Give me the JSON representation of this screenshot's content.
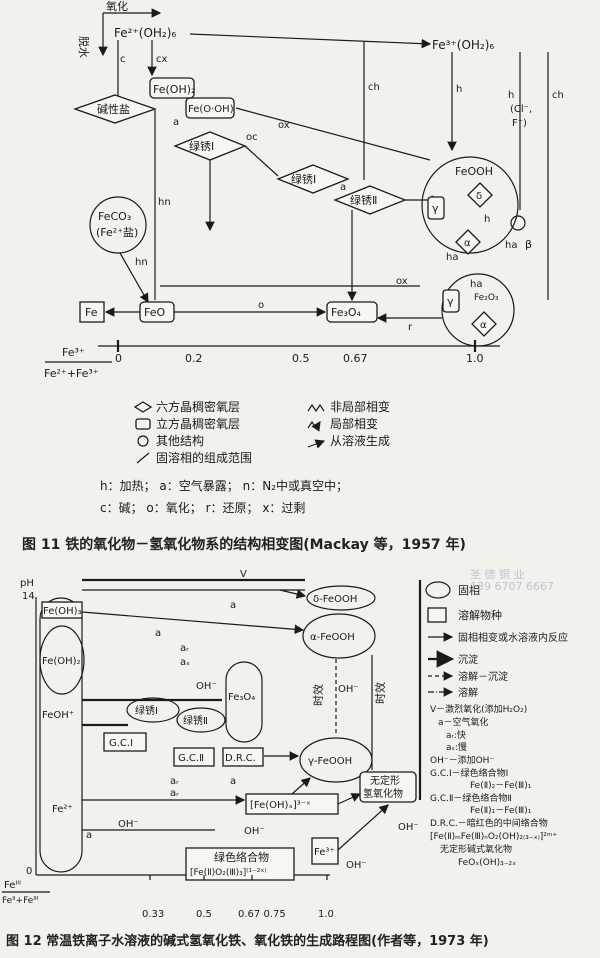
{
  "fig11": {
    "axis_top": {
      "oxidation": "氧化",
      "dehydration": "脱水"
    },
    "species": {
      "fe2_aq": "Fe²⁺(OH₂)₆",
      "fe3_aq": "Fe³⁺(OH₂)₆",
      "fe_oh2": "Fe(OH)₂",
      "fe_o_oh": "Fe(O·OH)",
      "basic_salt": "碱性盐",
      "green_rust_1a": "绿锈Ⅰ",
      "green_rust_1b": "绿锈Ⅰ",
      "green_rust_2": "绿锈Ⅱ",
      "feco3_line1": "FeCO₃",
      "feco3_line2": "(Fe²⁺盐)",
      "fe": "Fe",
      "feo": "FeO",
      "fe3o4": "Fe₃O₄",
      "feooh": "FeOOH",
      "delta": "δ",
      "gamma": "γ",
      "alpha": "α",
      "beta": "β",
      "gamma2": "γ",
      "alpha2": "α",
      "fe2o3": "Fe₂O₃",
      "cl_f": "(Cl⁻,",
      "f": "F⁻)"
    },
    "path_labels": {
      "c": "c",
      "cx": "cx",
      "a": "a",
      "ox": "ox",
      "oc": "oc",
      "h": "h",
      "hn": "hn",
      "ch": "ch",
      "ha": "ha",
      "o": "o",
      "r": "r"
    },
    "axis_bottom": {
      "ratio_num": "Fe³⁺",
      "ratio_den": "Fe²⁺+Fe³⁺",
      "ticks": [
        "0",
        "0.2",
        "0.5",
        "0.67",
        "1.0"
      ]
    },
    "legend": [
      {
        "symbol": "diamond",
        "label": "六方晶稠密氧层"
      },
      {
        "symbol": "rounded-rect",
        "label": "立方晶稠密氧层"
      },
      {
        "symbol": "circle",
        "label": "其他结构"
      },
      {
        "symbol": "range",
        "label": "固溶相的组成范围"
      },
      {
        "symbol": "zigzag",
        "label": "非局部相变"
      },
      {
        "symbol": "zigzag-arrow",
        "label": "局部相变"
      },
      {
        "symbol": "bar-arrow",
        "label": "从溶液生成"
      }
    ],
    "abbr_line1": "h：加热；  a：空气暴露；  n：N₂中或真空中；",
    "abbr_line2": "c：碱；    o：氧化；  r：还原；  x：过剩",
    "caption": "图 11   铁的氧化物－氢氧化物系的结构相变图(Mackay 等，1957 年)"
  },
  "watermark": {
    "line1": "圣 德 铜 业",
    "line2": "139 6707 6667"
  },
  "fig12": {
    "ph_label": "pH",
    "ph_14": "14",
    "ph_0": "0",
    "species": {
      "fe_oh3": "Fe(OH)₃",
      "fe_oh2": "Fe(OH)₂",
      "feoh_plus": "FeOH⁺",
      "fe2_plus": "Fe²⁺",
      "delta_feooh": "δ-FeOOH",
      "alpha_feooh": "α-FeOOH",
      "gamma_feooh": "γ-FeOOH",
      "fe3o4": "Fe₃O₄",
      "green_rust_1": "绿锈Ⅰ",
      "green_rust_2": "绿锈Ⅱ",
      "gc1": "G.C.Ⅰ",
      "gc2": "G.C.Ⅱ",
      "drc": "D.R.C.",
      "amorphous_line1": "无定形",
      "amorphous_line2": "氢氧化物",
      "fe_oh_x": "[Fe(OH)ₓ]³⁻ˣ",
      "fe3_plus": "Fe³⁺",
      "green_complex_line1": "绿色络合物",
      "green_complex_line2": "[Fe(Ⅱ)O₂(Ⅲ)₃]⁽¹⁻²ˣ⁾"
    },
    "path_labels": {
      "v": "V",
      "a": "a",
      "ar": "aᵣ",
      "as": "aₛ",
      "oh": "OH⁻",
      "aging": "时效"
    },
    "x_axis": {
      "ratio_num": "Feᴵᴵᴵ",
      "ratio_den": "Feᴵᴵ+Feᴵᴵᴵ",
      "ticks": [
        "0.33",
        "0.5",
        "0.67 0.75",
        "1.0"
      ]
    },
    "legend": [
      {
        "symbol": "ellipse",
        "label": "固相"
      },
      {
        "symbol": "rect",
        "label": "溶解物种"
      },
      {
        "symbol": "arrow",
        "label": "固相相变或水溶液内反应"
      },
      {
        "symbol": "bold-arrow",
        "label": "沉淀"
      },
      {
        "symbol": "dashed-arrow",
        "label": "溶解－沉淀"
      },
      {
        "symbol": "dash-dot-arrow",
        "label": "溶解"
      }
    ],
    "notes": [
      "V－激烈氧化(添加H₂O₂)",
      "a－空气氧化",
      "aᵣ:快",
      "aₛ:慢",
      "OH⁻－添加OH⁻",
      "G.C.Ⅰ－绿色络合物Ⅰ",
      "Fe(Ⅱ)₂－Fe(Ⅲ)₁",
      "G.C.Ⅱ－绿色络合物Ⅱ",
      "Fe(Ⅱ)₁－Fe(Ⅲ)₁",
      "D.R.C.－暗红色的中间络合物",
      "[Fe(Ⅱ)ₘFe(Ⅲ)ₙO₂(OH)₂₍₃₋ₓ₎]²ᵐ⁺",
      "无定形碱式氧化物",
      "FeOₓ(OH)₃₋₂ₓ"
    ],
    "caption": "图 12   常温铁离子水溶液的碱式氢氧化铁、氧化铁的生成路程图(作者等，1973 年)"
  }
}
